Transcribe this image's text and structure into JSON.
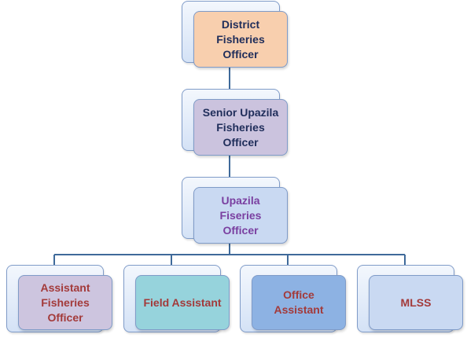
{
  "nodes": {
    "district": {
      "lines": [
        "District",
        "Fisheries",
        "Officer"
      ],
      "fill": "#f8cfae",
      "text_color": "#1f2d5a"
    },
    "senior_upazila": {
      "lines": [
        "Senior Upazila",
        "Fisheries",
        "Officer"
      ],
      "fill": "#cbc3de",
      "text_color": "#1f2d5a"
    },
    "upazila": {
      "lines": [
        "Upazila",
        "Fiseries",
        "Officer"
      ],
      "fill": "#c9d9f2",
      "text_color": "#7a3fa0"
    },
    "assistant_fisheries": {
      "lines": [
        "Assistant",
        "Fisheries",
        "Officer"
      ],
      "fill": "#cdc5df",
      "text_color": "#a33a3a"
    },
    "field_assistant": {
      "lines": [
        "Field Assistant"
      ],
      "fill": "#96d3dc",
      "text_color": "#a33a3a"
    },
    "office_assistant": {
      "lines": [
        "Office",
        "Assistant"
      ],
      "fill": "#8db2e3",
      "text_color": "#a33a3a"
    },
    "mlss": {
      "lines": [
        "MLSS"
      ],
      "fill": "#c9d9f2",
      "text_color": "#a33a3a"
    }
  },
  "connector_color": "#3f6a9a"
}
